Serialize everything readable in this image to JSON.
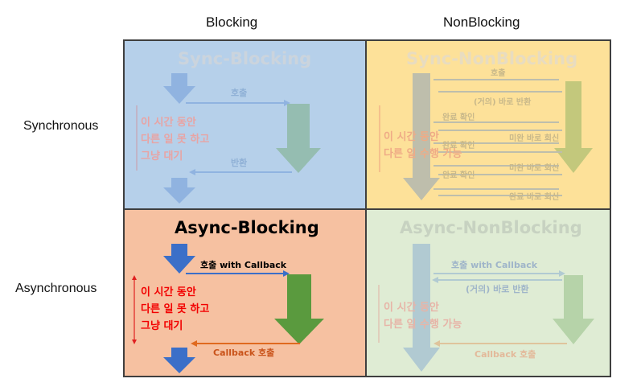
{
  "headers": {
    "col_blocking": "Blocking",
    "col_nonblocking": "NonBlocking",
    "row_sync": "Synchronous",
    "row_async": "Asynchronous"
  },
  "sync_blocking": {
    "title": "Sync-Blocking",
    "call": "호출",
    "wait_line1": "이 시간 동안",
    "wait_line2": "다른 일 못 하고",
    "wait_line3": "그냥 대기",
    "return": "반환",
    "color": "#b6d0ea"
  },
  "sync_nonblocking": {
    "title": "Sync-NonBlocking",
    "call": "호출",
    "near_return": "(거의) 바로 반환",
    "check1": "완료 확인",
    "reply1": "미완 바로 회신",
    "check2": "완료 확인",
    "reply2": "미완 바로 회신",
    "check3": "완료 확인",
    "reply3": "완료 바로 회신",
    "work_line1": "이 시간 동안",
    "work_line2": "다른 일 수행 가능",
    "color": "#fde199"
  },
  "async_blocking": {
    "title": "Async-Blocking",
    "call": "호출 with Callback",
    "wait_line1": "이 시간 동안",
    "wait_line2": "다른 일 못 하고",
    "wait_line3": "그냥 대기",
    "callback": "Callback 호출",
    "color": "#f6c1a1"
  },
  "async_nonblocking": {
    "title": "Async-NonBlocking",
    "call": "호출 with Callback",
    "near_return": "(거의) 바로 반환",
    "work_line1": "이 시간 동안",
    "work_line2": "다른 일 수행 가능",
    "callback": "Callback 호출",
    "color": "#dfecd4"
  }
}
